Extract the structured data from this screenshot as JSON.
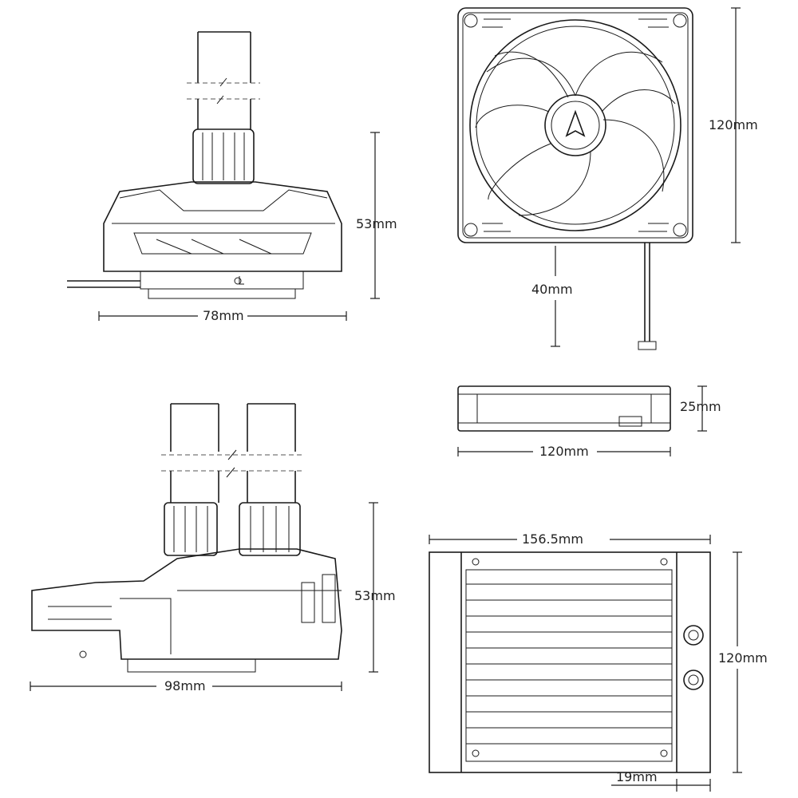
{
  "dimensions": {
    "pump_front_height": "53mm",
    "pump_front_width": "78mm",
    "fan_height": "120mm",
    "fan_cable_length": "40mm",
    "fan_thickness": "25mm",
    "fan_side_width": "120mm",
    "pump_side_height": "53mm",
    "pump_side_width": "98mm",
    "radiator_length": "156.5mm",
    "radiator_width": "120mm",
    "radiator_thickness": "19mm"
  },
  "icons": {
    "fan_hub_logo": "arctic-logo-icon"
  }
}
